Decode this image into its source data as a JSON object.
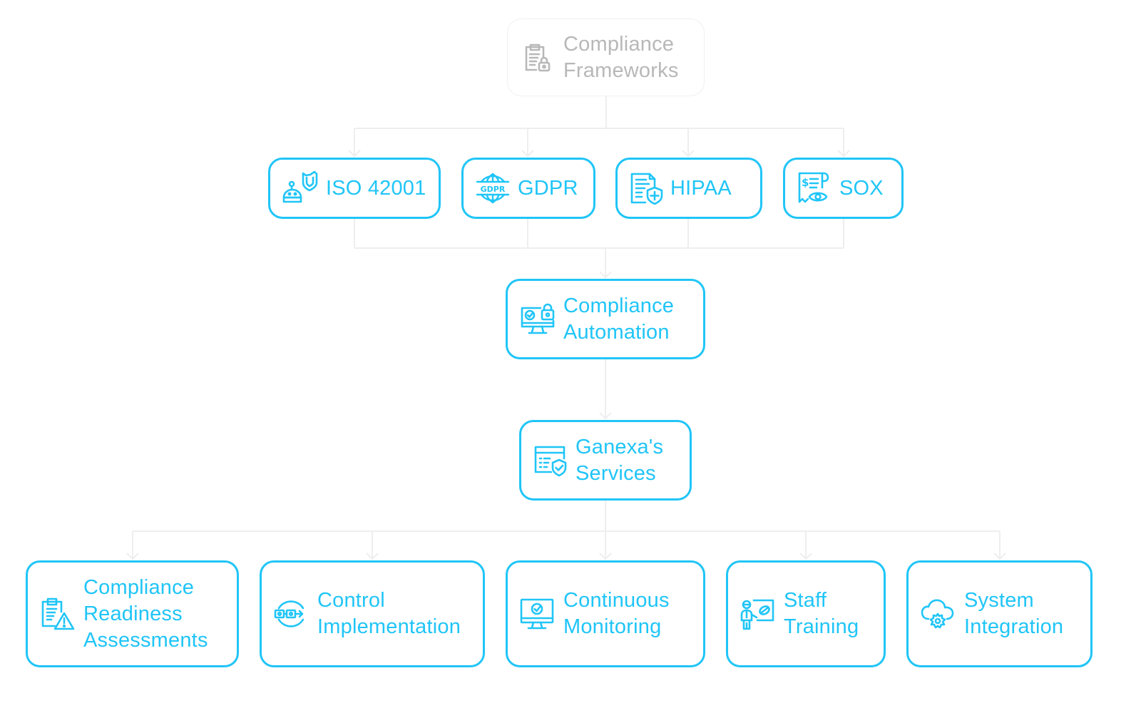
{
  "diagram": {
    "colors": {
      "accent": "#20C5F7",
      "muted_text": "#B8B8B8",
      "connector": "#EEEEEE"
    },
    "root": {
      "label": "Compliance Frameworks",
      "icon": "clipboard-lock-icon"
    },
    "frameworks": [
      {
        "label": "ISO 42001",
        "icon": "robot-shield-icon"
      },
      {
        "label": "GDPR",
        "icon": "gdpr-globe-icon"
      },
      {
        "label": "HIPAA",
        "icon": "document-medical-shield-icon"
      },
      {
        "label": "SOX",
        "icon": "receipt-eye-icon"
      }
    ],
    "automation": {
      "label": "Compliance Automation",
      "icon": "monitor-check-lock-icon"
    },
    "services": {
      "label": "Ganexa's Services",
      "icon": "browser-shield-icon"
    },
    "service_items": [
      {
        "label": "Compliance Readiness Assessments",
        "icon": "clipboard-warning-icon"
      },
      {
        "label": "Control Implementation",
        "icon": "control-flow-icon"
      },
      {
        "label": "Continuous Monitoring",
        "icon": "monitor-check-icon"
      },
      {
        "label": "Staff Training",
        "icon": "trainer-board-icon"
      },
      {
        "label": "System Integration",
        "icon": "cloud-gear-icon"
      }
    ]
  }
}
